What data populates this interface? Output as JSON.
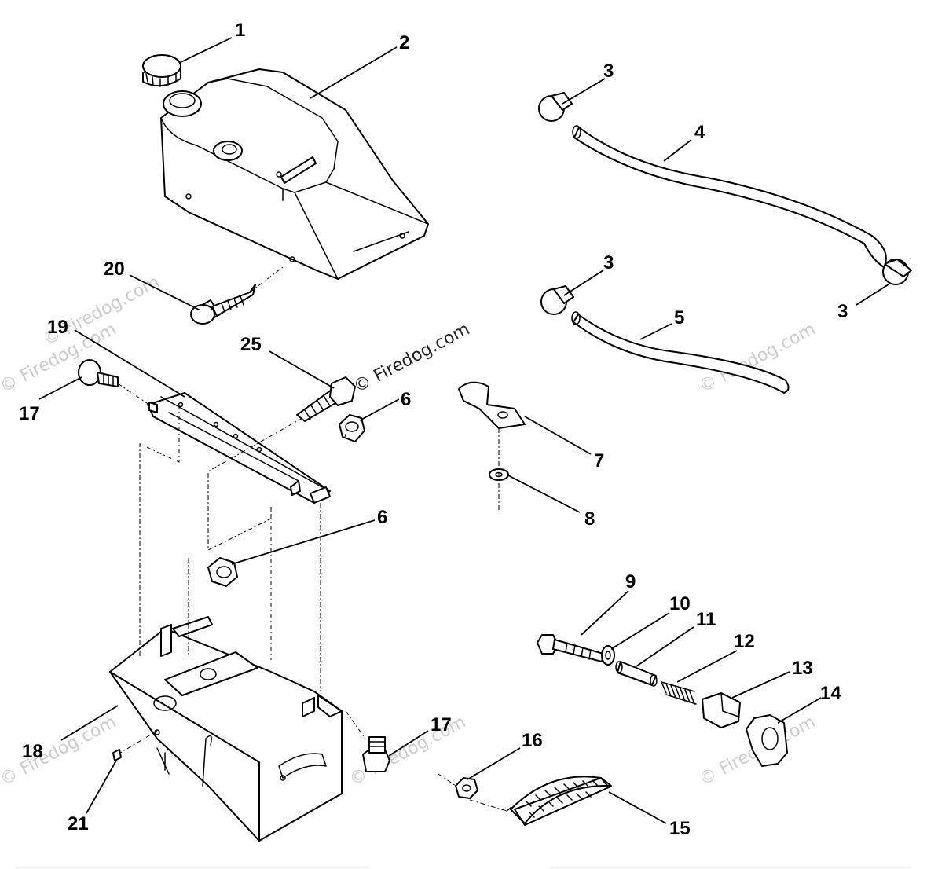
{
  "callouts": {
    "c1": "1",
    "c2": "2",
    "c3a": "3",
    "c3b": "3",
    "c3c": "3",
    "c4": "4",
    "c5": "5",
    "c6a": "6",
    "c6b": "6",
    "c7": "7",
    "c8": "8",
    "c9": "9",
    "c10": "10",
    "c11": "11",
    "c12": "12",
    "c13": "13",
    "c14": "14",
    "c15": "15",
    "c16": "16",
    "c17a": "17",
    "c17b": "17",
    "c18": "18",
    "c19": "19",
    "c20": "20",
    "c21": "21",
    "c25": "25"
  },
  "watermark": {
    "center": "© Firedog.com",
    "left": "© Firedog.com",
    "upper_left": "© Firedog.com",
    "right": "© Firedog.com",
    "lower_right": "© Firedog.com",
    "lower_left": "© Firedog.com",
    "bottom_center": "© Firedog.com"
  }
}
